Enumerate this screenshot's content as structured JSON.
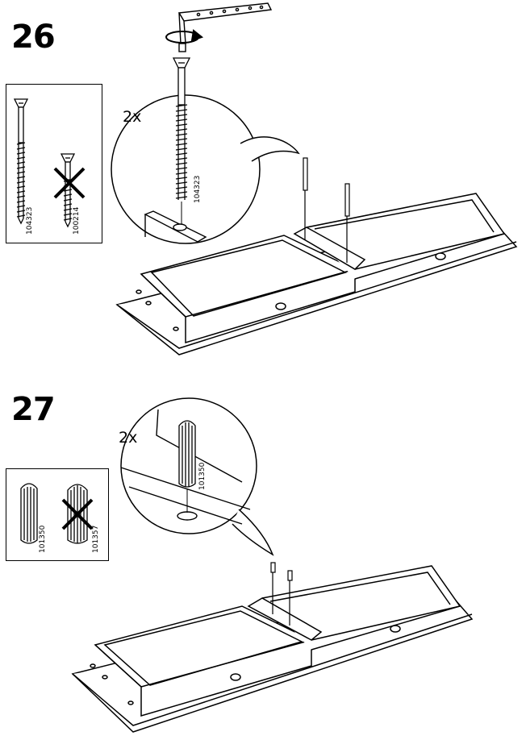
{
  "steps": [
    {
      "number": "26",
      "quantity": "2x",
      "parts": {
        "correct": "104323",
        "wrong": "100214"
      },
      "callout_part": "104323"
    },
    {
      "number": "27",
      "quantity": "2x",
      "parts": {
        "correct": "101350",
        "wrong": "101357"
      },
      "callout_part": "101350"
    }
  ]
}
